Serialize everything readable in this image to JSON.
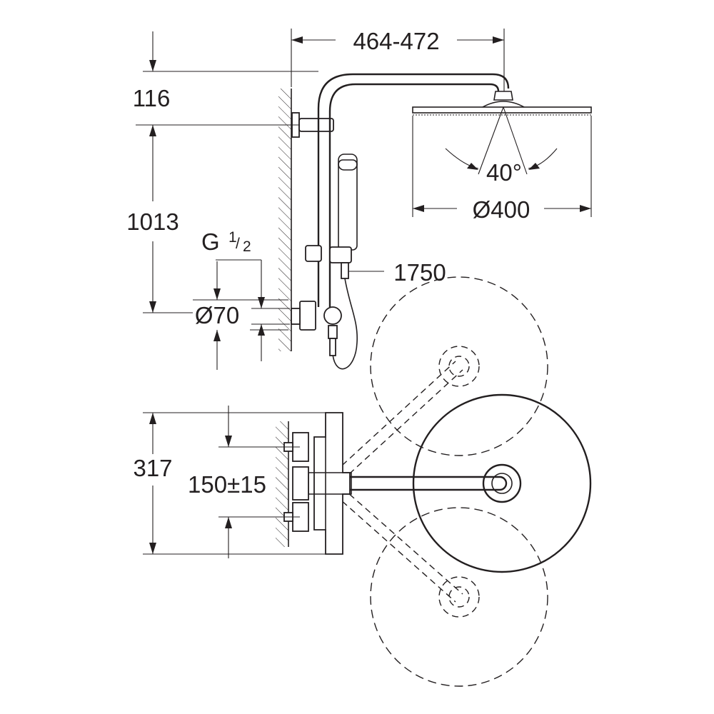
{
  "dimensions": {
    "arm_projection": "464-472",
    "ceiling_offset": "116",
    "rail_height": "1013",
    "thread_main": "G",
    "thread_num": "1",
    "thread_den": "2",
    "escutcheon_diameter": "Ø70",
    "hose_length": "1750",
    "spray_angle": "40°",
    "head_diameter": "Ø400",
    "mixer_height": "317",
    "inlet_centres": "150±15"
  },
  "colors": {
    "line": "#231f20",
    "background": "#ffffff"
  }
}
